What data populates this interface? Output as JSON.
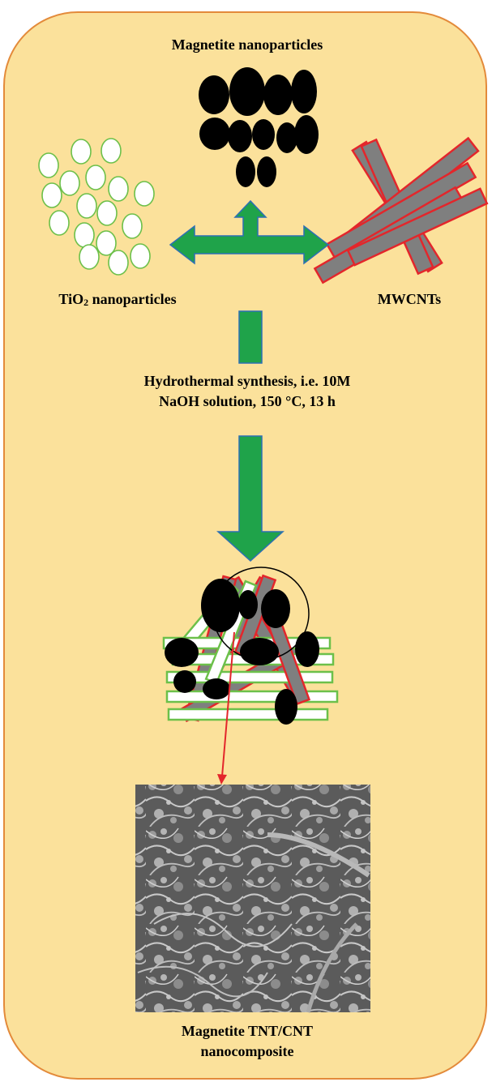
{
  "labels": {
    "magnetite_nanoparticles": "Magnetite nanoparticles",
    "tio2_prefix": "TiO",
    "tio2_subscript": "2",
    "tio2_suffix": " nanoparticles",
    "mwcnts": "MWCNTs",
    "synthesis_line1": "Hydrothermal synthesis, i.e. 10M",
    "synthesis_line2": "NaOH solution, 150 °C, 13 h",
    "product_line1": "Magnetite TNT/CNT",
    "product_line2": "nanocomposite"
  },
  "colors": {
    "background": "#fbe19b",
    "border": "#e38a3a",
    "arrow_green": "#1fa34a",
    "arrow_outline": "#2d6fb5",
    "magnetite_black": "#000000",
    "tio2_outline": "#6cc04a",
    "cnt_gray": "#7f7f7f",
    "cnt_outline": "#e3262b",
    "pointer_red": "#e3262b"
  }
}
